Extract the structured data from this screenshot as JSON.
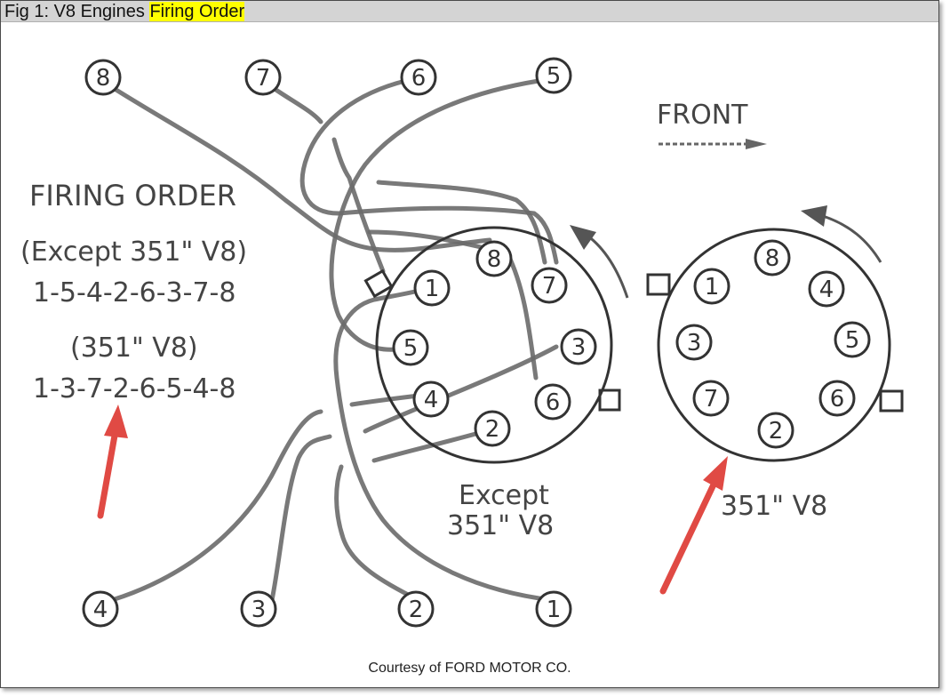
{
  "figure": {
    "caption_prefix": "Fig 1: V8 Engines ",
    "caption_highlight": "Firing Order"
  },
  "diagram": {
    "heading": "FIRING ORDER",
    "front_label": "FRONT",
    "group_except_label": "(Except 351\" V8)",
    "group_except_sequence": "1-5-4-2-6-3-7-8",
    "group_351_label": "(351\" V8)",
    "group_351_sequence": "1-3-7-2-6-5-4-8",
    "cap_except_label_line1": "Except",
    "cap_except_label_line2": "351\" V8",
    "cap_351_label": "351\" V8",
    "cylinders_top": [
      "8",
      "7",
      "6",
      "5"
    ],
    "cylinders_bottom": [
      "4",
      "3",
      "2",
      "1"
    ],
    "cap_except_terminals": [
      "8",
      "7",
      "3",
      "6",
      "2",
      "4",
      "5",
      "1"
    ],
    "cap_351_terminals": [
      "8",
      "4",
      "5",
      "6",
      "2",
      "7",
      "3",
      "1"
    ],
    "colors": {
      "arrow_accent": "#e04a44",
      "highlight": "#ffff00"
    }
  },
  "credit": "Courtesy of FORD MOTOR CO."
}
